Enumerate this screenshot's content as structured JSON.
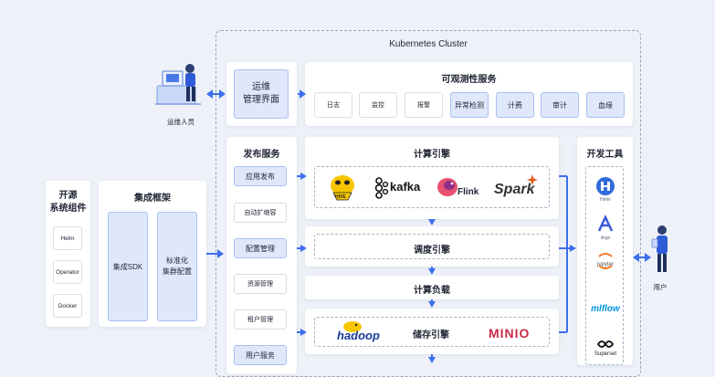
{
  "cluster_title": "Kubernetes Cluster",
  "ops": {
    "label": "运维人员",
    "ui_line1": "运维",
    "ui_line2": "管理界面"
  },
  "observability": {
    "title": "可观测性服务",
    "items": [
      "日志",
      "监控",
      "报警",
      "异常检测",
      "计费",
      "审计",
      "血缘"
    ]
  },
  "publish": {
    "title": "发布服务",
    "items": [
      "应用发布",
      "自动扩缩容",
      "配置管理",
      "资源管理",
      "租户管理",
      "用户服务"
    ]
  },
  "compute_engine": {
    "title": "计算引擎",
    "logos": [
      "HIVE",
      "kafka",
      "Flink",
      "Spark"
    ]
  },
  "schedule_engine": {
    "title": "调度引擎"
  },
  "compute_load": {
    "title": "计算负载"
  },
  "storage": {
    "title": "储存引擎",
    "logos": [
      "hadoop",
      "MINIO"
    ]
  },
  "opensource": {
    "title_line1": "开源",
    "title_line2": "系统组件",
    "items": [
      "Helm",
      "Operator",
      "Docker"
    ]
  },
  "integration": {
    "title": "集成框架",
    "sdk": "集成SDK",
    "std_line1": "标准化",
    "std_line2": "集群配置"
  },
  "devtools": {
    "title": "开发工具",
    "logos": [
      "Helm",
      "Argo",
      "jupyter",
      "mlflow",
      "Superset"
    ]
  },
  "user": {
    "label": "用户"
  },
  "colors": {
    "accent": "#3d6ef0",
    "box_fill": "#dfe8fb",
    "box_border": "#a9c0f2"
  }
}
